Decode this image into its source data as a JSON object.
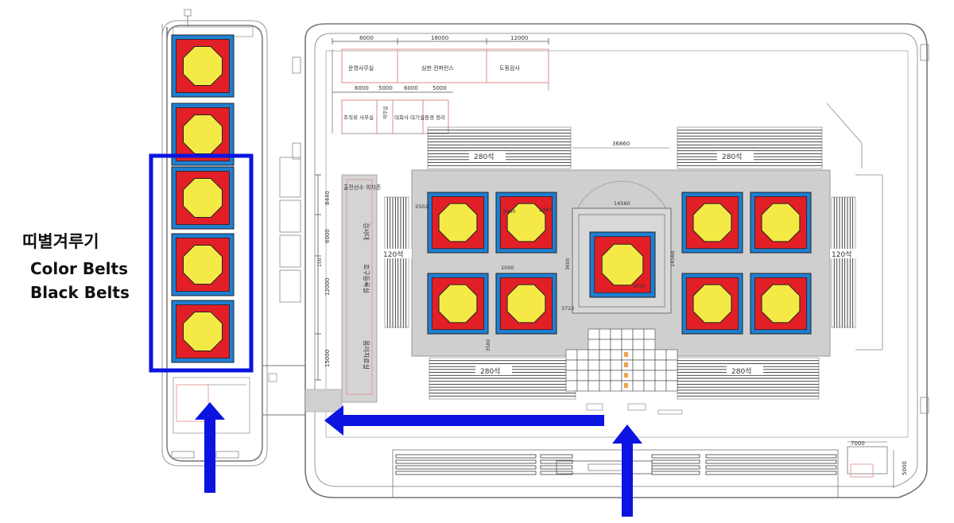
{
  "legend": {
    "korean": "띠별겨루기",
    "line1": "Color Belts",
    "line2": "Black Belts"
  },
  "dimensions": {
    "top": [
      "8000",
      "18000",
      "12000"
    ],
    "second": [
      "6000",
      "5000",
      "6000",
      "5000"
    ],
    "center_width": "36860",
    "center_mat": "14560",
    "center_mat_h": "14560",
    "left_side": [
      "8440",
      "6000",
      "12000",
      "15000"
    ],
    "court_small": [
      "2502",
      "3000",
      "2487",
      "1000",
      "3722",
      "3580",
      "3600"
    ],
    "stage": "1630",
    "right_bottom": [
      "7000",
      "5000"
    ],
    "side_mid": "150"
  },
  "rooms_top": [
    "운영사무실",
    "심판 컨퍼런스",
    "도핑검사"
  ],
  "rooms_second": [
    "조직위 사무실",
    "의무실",
    "대회사 대기실",
    "환경 정리"
  ],
  "rooms_left": [
    "출전선수 의자존",
    "검사대",
    "호구등록실",
    "몸리치료실"
  ],
  "seating": {
    "top_left": "280석",
    "top_right": "280석",
    "bottom_left": "280석",
    "bottom_right": "280석",
    "left": "120석",
    "right": "120석"
  },
  "colors": {
    "mat_red": "#e21f26",
    "mat_blue": "#1f7fd1",
    "mat_yellow": "#f5ea45",
    "highlight_blue": "#0b14e0",
    "floor_grey": "#cfcfcf",
    "line": "#555555"
  }
}
